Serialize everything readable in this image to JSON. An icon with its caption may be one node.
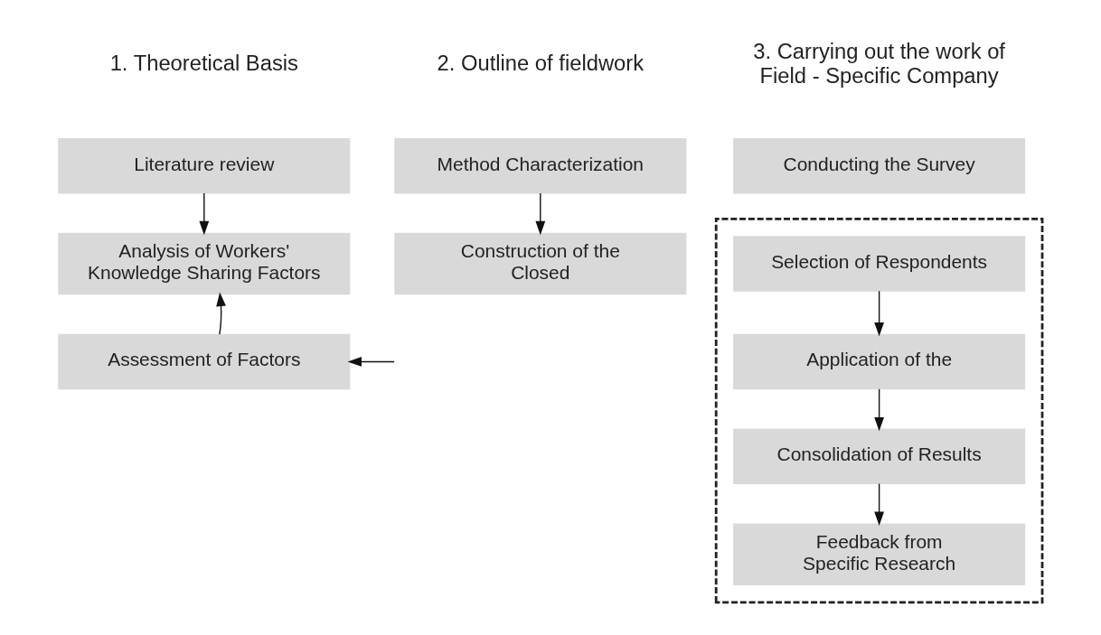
{
  "diagram": {
    "nodes": [
      {
        "text": [
          "Literature review"
        ]
      },
      {
        "text": [
          "Analysis of Workers' Knowledge Sharing Factors"
        ]
      },
      {
        "text": [
          "Assessment of Factors"
        ]
      },
      {
        "text": [
          "Method Characterization"
        ]
      },
      {
        "text": [
          "Construction of the Closed"
        ]
      },
      {
        "text": [
          "Conducting the Survey"
        ]
      },
      {
        "text": [],
        "shape": "box"
      },
      {
        "text": [
          "Selection of Respondents"
        ],
        "in": 6
      },
      {
        "text": [
          "Application of the"
        ],
        "in": 6
      },
      {
        "text": [
          "Consolidation of Results"
        ],
        "in": 6
      },
      {
        "text": [
          "Feedback from Specific Research"
        ],
        "in": 6
      }
    ],
    "edges": [
      {
        "from": 0,
        "to": 1,
        "arrow": "to"
      },
      {
        "from": 2,
        "to": 1,
        "arrow": "to"
      },
      {
        "from": null,
        "to": 2,
        "arrow": "to"
      },
      {
        "from": 3,
        "to": 4,
        "arrow": "to"
      },
      {
        "from": 7,
        "to": 8,
        "arrow": "to"
      },
      {
        "from": 8,
        "to": 9,
        "arrow": "to"
      },
      {
        "from": 9,
        "to": 10,
        "arrow": "to"
      }
    ],
    "labels": [
      "1. Theoretical Basis",
      "2. Outline of fieldwork",
      "3. Carrying out the work of Field - Specific Company"
    ]
  }
}
